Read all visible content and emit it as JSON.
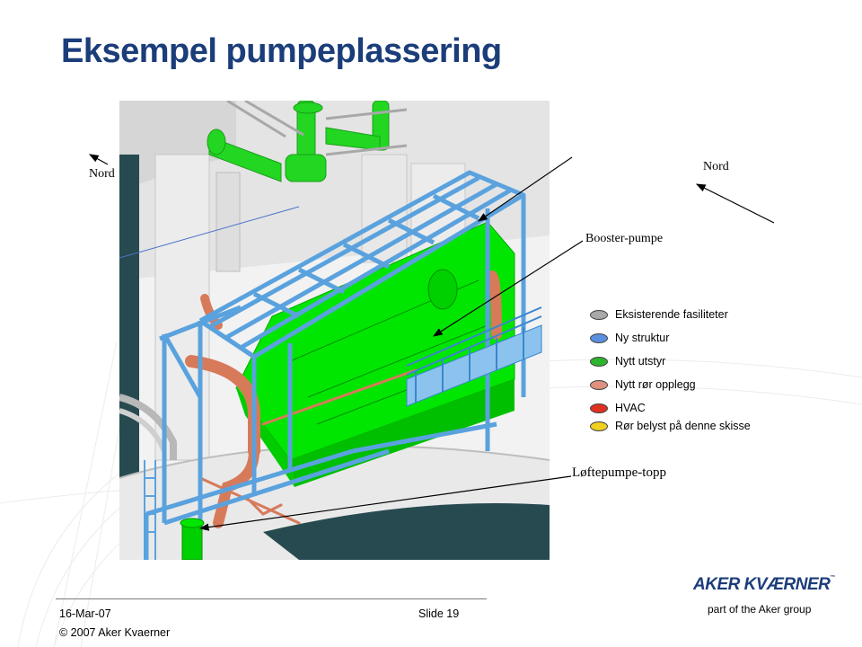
{
  "slide": {
    "title": "Eksempel pumpeplassering",
    "date": "16-Mar-07",
    "slide_number": "Slide 19",
    "copyright": "© 2007 Aker Kvaerner",
    "logo_text": "AKER KVÆRNER",
    "logo_tm": "™",
    "tagline": "part of the Aker group"
  },
  "labels": {
    "nord_left": "Nord",
    "nord_right": "Nord",
    "booster": "Booster-pumpe",
    "lofte": "Løftepumpe-topp"
  },
  "legend": [
    {
      "label": "Eksisterende fasiliteter",
      "color": "#a8a8a8"
    },
    {
      "label": "Ny struktur",
      "color": "#5b8fe0"
    },
    {
      "label": "Nytt utstyr",
      "color": "#2db52d"
    },
    {
      "label": "Nytt rør opplegg",
      "color": "#e09080"
    },
    {
      "label": "HVAC",
      "color": "#e03020"
    },
    {
      "label": "Rør belyst på denne skisse",
      "color": "#f0d020"
    }
  ],
  "colors": {
    "title": "#1b3d7a",
    "structure": "#5a9fd8",
    "equipment": "#00e600",
    "piping": "#d77a5a"
  }
}
